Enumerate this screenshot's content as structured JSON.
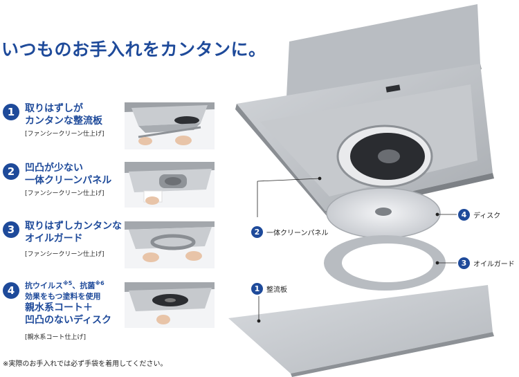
{
  "headline": "いつものお手入れをカンタンに。",
  "items": [
    {
      "number": "1",
      "title_lines": [
        "取りはずしが",
        "カンタンな整流板"
      ],
      "subtitle": "[ファンシークリーン仕上げ]"
    },
    {
      "number": "2",
      "title_lines": [
        "凹凸が少ない",
        "一体クリーンパネル"
      ],
      "subtitle": "[ファンシークリーン仕上げ]"
    },
    {
      "number": "3",
      "title_lines": [
        "取りはずしカンタンな",
        "オイルガード"
      ],
      "subtitle": "[ファンシークリーン仕上げ]"
    },
    {
      "number": "4",
      "title_small_1_a": "抗ウイルス",
      "title_small_1_sup_a": "※5",
      "title_small_1_b": "、抗菌",
      "title_small_1_sup_b": "※6",
      "title_small_2": "効果をもつ塗料を使用",
      "title_lines": [
        "親水系コート＋",
        "凹凸のないディスク"
      ],
      "subtitle": "[親水系コート仕上げ]"
    }
  ],
  "callouts": {
    "disk": {
      "number": "4",
      "label": "ディスク"
    },
    "panel": {
      "number": "2",
      "label": "一体クリーンパネル"
    },
    "oil_guard": {
      "number": "3",
      "label": "オイルガード"
    },
    "baffle": {
      "number": "1",
      "label": "整流板"
    }
  },
  "footnote": "※実際のお手入れでは必ず手袋を着用してください。",
  "colors": {
    "accent": "#1e4a9a",
    "metal": "#b9bcc0",
    "dark": "#4a4d52"
  }
}
